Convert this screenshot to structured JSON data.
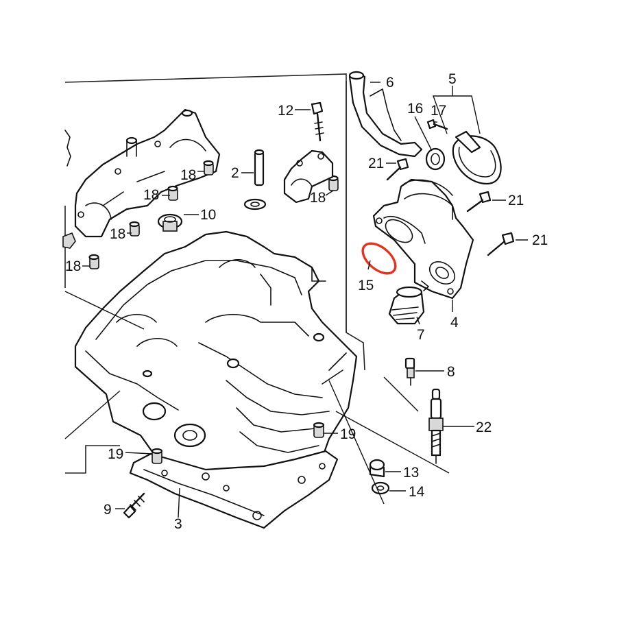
{
  "diagram": {
    "labels": {
      "p2": "2",
      "p3": "3",
      "p4": "4",
      "p5": "5",
      "p6": "6",
      "p7": "7",
      "p8": "8",
      "p9": "9",
      "p10": "10",
      "p12": "12",
      "p13": "13",
      "p14": "14",
      "p15": "15",
      "p16": "16",
      "p17": "17",
      "p18a": "18",
      "p18b": "18",
      "p18c": "18",
      "p18d": "18",
      "p18e": "18",
      "p19a": "19",
      "p19b": "19",
      "p21a": "21",
      "p21b": "21",
      "p21c": "21",
      "p22": "22"
    },
    "highlight_color": "#e8301c",
    "ink_color": "#111111"
  }
}
